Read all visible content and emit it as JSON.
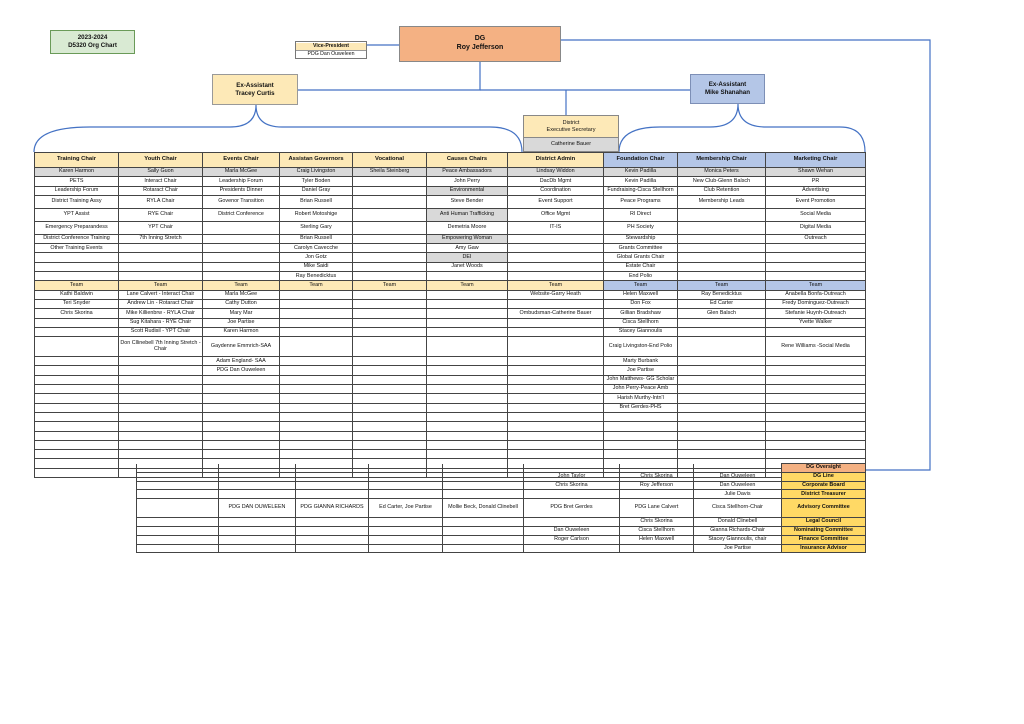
{
  "title": {
    "year": "2023-2024",
    "name": "D5320  Org Chart"
  },
  "vp": {
    "title": "Vice-President",
    "name": "PDG Dan Ouweleen"
  },
  "dg": {
    "title": "DG",
    "name": "Roy Jefferson"
  },
  "ex1": {
    "title": "Ex-Assistant",
    "name": "Tracey Curtis"
  },
  "ex2": {
    "title": "Ex-Assistant",
    "name": "Mike Shanahan"
  },
  "des": {
    "l1": "District",
    "l2": "Executive Secretary",
    "name": "Catherine Bauer"
  },
  "colors": {
    "orange": "#f4b183",
    "yellow": "#fde9b7",
    "blue": "#b4c6e7",
    "green": "#d9ead3",
    "gold": "#ffd965",
    "line": "#4472c4"
  },
  "headers": [
    "Training Chair",
    "Youth Chair",
    "Events Chair",
    "Assistan Governors",
    "Vocational",
    "Causes Chairs",
    "District Admin",
    "Foundation Chair",
    "Membership Chair",
    "Marketing Chair"
  ],
  "names": [
    "Karen Harmon",
    "Sally Guon",
    "Marla McGee",
    "Craig Livingston",
    "Sheila Steinberg",
    "Peace Ambassadors",
    "Lindsay Widdon",
    "Kevin Padilla",
    "Monica Peters",
    "Shawn Wehan"
  ],
  "rows": [
    [
      "PETS",
      "Interact Chair",
      "Leadership Forum",
      "Tyler Boden",
      "",
      "John Perry",
      "DacDb Mgmt",
      "Kevin Padilla",
      "New Club-Glenn Balsch",
      "PR"
    ],
    [
      "Leadership Forum",
      "Rotaract Chair",
      "Presidents Dinner",
      "Daniel Gray",
      "",
      "Environmental",
      "Coordination",
      "Fundraising-Cisca Stellhorn",
      "Club Retention",
      "Advertising"
    ],
    [
      "District Training Assy",
      "RYLA Chair",
      "Govenor Transition",
      "Brian Russell",
      "",
      "Steve Bender",
      "Event Support",
      "Peace Programs",
      "Membership Leads",
      "Event Promotion"
    ],
    [
      "YPT Assist",
      "RYE Chair",
      "District Conference",
      "Robert Motoshige",
      "",
      "Anti Human Trafficking",
      "Office Mgmt",
      "RI Direct",
      "",
      "Social Media"
    ],
    [
      "Emergency Preparandess",
      "YPT Chair",
      "",
      "Sterling Gary",
      "",
      "Demetria Moore",
      "IT-IS",
      "PH Society",
      "",
      "Digital Media"
    ],
    [
      "District Conference Training",
      "7th Inning Stretch",
      "",
      "Brian Russell",
      "",
      "Empowering Woman",
      "",
      "Stewardship",
      "",
      "Outreach"
    ],
    [
      "Other Training Events",
      "",
      "",
      "Carolyn Cavecche",
      "",
      "Amy Gaw",
      "",
      "Grants Committee",
      "",
      ""
    ],
    [
      "",
      "",
      "",
      "Jon Gotz",
      "",
      "DEI",
      "",
      "Global Grants Chair",
      "",
      ""
    ],
    [
      "",
      "",
      "",
      "Mike Saidi",
      "",
      "Janet Woods",
      "",
      "Estate Chair",
      "",
      ""
    ],
    [
      "",
      "",
      "",
      "Ray Benedicktus",
      "",
      "",
      "",
      "End Polio",
      "",
      ""
    ]
  ],
  "team_label": "Team",
  "team_rows": [
    [
      "Kathi Baldwin",
      "Lane Calvert - Interact Chair",
      "Marla McGee",
      "",
      "",
      "",
      "Website-Garry Heath",
      "Helen Maxwell",
      "Ray Benedicktus",
      "Anabella Bonfa-Outreach"
    ],
    [
      "Teri Snyder",
      "Andrew Lin - Rotaract Chair",
      "Cathy Dutton",
      "",
      "",
      "",
      "",
      "Don Fox",
      "Ed Carter",
      "Fredy Dominguez-Outreach"
    ],
    [
      "Chris Skorina",
      "Mike Killienbrw - RYLA Chair",
      "Mary Mar",
      "",
      "",
      "",
      "Ombudsman-Catherine Bauer",
      "Gillian Bradshaw",
      "Glen Balsch",
      "Stefanie Huynh-Outreach"
    ],
    [
      "",
      "Sug Kitahara - RYE Chair",
      "Joe Partise",
      "",
      "",
      "",
      "",
      "Cisca  Stellhorn",
      "",
      "Yvette Walker"
    ],
    [
      "",
      "Scott Rudisil - YPT Chair",
      "Karen  Harmon",
      "",
      "",
      "",
      "",
      "Stacey Giannoulis",
      "",
      ""
    ],
    [
      "",
      "Don Cllinebell 7th Inning Stretch - Chair",
      "Gaydenne Emmrich-SAA",
      "",
      "",
      "",
      "",
      "Craig Livingston-End Polio",
      "",
      "Rene Williams -Social Media"
    ],
    [
      "",
      "",
      "Adam England- SAA",
      "",
      "",
      "",
      "",
      "Marty Burbank",
      "",
      ""
    ],
    [
      "",
      "",
      "PDG Dan Ouweleen",
      "",
      "",
      "",
      "",
      "Joe Partise",
      "",
      ""
    ],
    [
      "",
      "",
      "",
      "",
      "",
      "",
      "",
      "John Matthews- GG Scholar",
      "",
      ""
    ],
    [
      "",
      "",
      "",
      "",
      "",
      "",
      "",
      "John Perry-Peace Amb",
      "",
      ""
    ],
    [
      "",
      "",
      "",
      "",
      "",
      "",
      "",
      "Harish Murthy-Intn'l",
      "",
      ""
    ],
    [
      "",
      "",
      "",
      "",
      "",
      "",
      "",
      "Bret Gerdes-PHS",
      "",
      ""
    ]
  ],
  "bottom_rows": [
    [
      "",
      "",
      "",
      "",
      "",
      "",
      "",
      "",
      "DG Oversight"
    ],
    [
      "",
      "",
      "",
      "",
      "",
      "John Taylor",
      "Chris Skorina",
      "Dan Ouweleen",
      "DG Line"
    ],
    [
      "",
      "",
      "",
      "",
      "",
      "Chris Skorina",
      "Roy Jefferson",
      "Dan Ouweleen",
      "Corporate Board"
    ],
    [
      "",
      "",
      "",
      "",
      "",
      "",
      "",
      "Julie Davis",
      "District Treasurer"
    ],
    [
      "",
      "PDG DAN OUWELEEN",
      "PDG GIANNA RICHARDS",
      "Ed Carter, Joe Partise",
      "Mollie Beck, Donald Clinebell",
      "PDG Bret Gerdes",
      "PDG Lane Calvert",
      "Cisca Stellhorn-Chair",
      "Advisory Committee"
    ],
    [
      "",
      "",
      "",
      "",
      "",
      "",
      "Chris Skorina",
      "Donald Clinebell",
      "Legal Council"
    ],
    [
      "",
      "",
      "",
      "",
      "",
      "Dan Ouweleen",
      "Cisca Stellhorn",
      "Gianna Richards-Chair",
      "Nominating Committee"
    ],
    [
      "",
      "",
      "",
      "",
      "",
      "Roger Carlson",
      "Helen Maxwell",
      "Stacey Giannoulis, chair",
      "Finance Committee"
    ],
    [
      "",
      "",
      "",
      "",
      "",
      "",
      "",
      "Joe Partise",
      "Insurance Advisor"
    ]
  ]
}
